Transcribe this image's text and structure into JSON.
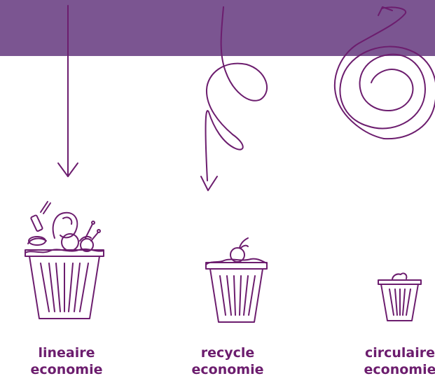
{
  "colors": {
    "banner": "#7b5591",
    "stroke": "#6c1d6e",
    "label": "#6c1d6e"
  },
  "columns": [
    {
      "id": "linear",
      "label_line1": "lineaire",
      "label_line2": "economie",
      "arrow": "straight-down-arrow",
      "bin": "overflowing-trash-bin-icon"
    },
    {
      "id": "recycle",
      "label_line1": "recycle",
      "label_line2": "economie",
      "arrow": "looped-down-arrow",
      "bin": "half-full-trash-bin-icon"
    },
    {
      "id": "circular",
      "label_line1": "circulaire",
      "label_line2": "economie",
      "arrow": "spiral-circular-arrow",
      "bin": "small-trash-bin-icon"
    }
  ]
}
